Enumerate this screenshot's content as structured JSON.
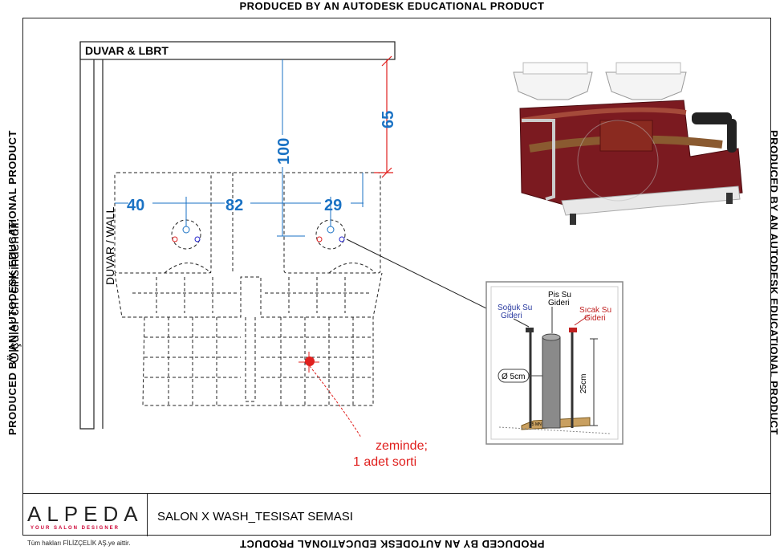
{
  "watermarks": {
    "top": "PRODUCED BY AN AUTODESK EDUCATIONAL PRODUCT",
    "bottom": "PRODUCED BY AN AUTODESK EDUCATIONAL PRODUCT",
    "left": "PRODUCED BY AN AUTODESK EDUCATIONAL PRODUCT",
    "right": "PRODUCED BY AN AUTODESK EDUCATIONAL PRODUCT",
    "left_note": "Ölçüler cm cinsindendir."
  },
  "drawing": {
    "wall_label": "DUVAR & LBRT",
    "side_wall_label": "DUVAR / WALL",
    "dim_40": "40",
    "dim_82": "82",
    "dim_29": "29",
    "dim_100": "100",
    "dim_65": "65",
    "floor_note_line1": "zeminde;",
    "floor_note_line2": "1 adet sorti",
    "accent_color": "#1a72c4",
    "marker_color": "#e0201e"
  },
  "detail": {
    "drain_label_1": "Pis Su",
    "drain_label_2": "Gideri",
    "cold_label_1": "Soğuk Su",
    "cold_label_2": "Gideri",
    "hot_label_1": "Sıcak Su",
    "hot_label_2": "Gideri",
    "diameter_label": "Ø 5cm",
    "height_label": "25cm",
    "base_label": "25 MN"
  },
  "titleblock": {
    "logo": "ALPEDA",
    "tagline": "YOUR SALON DESIGNER",
    "title": "SALON X WASH_TESISAT SEMASI",
    "copyright": "Tüm hakları FİLİZÇELİK AŞ.ye aittir."
  }
}
